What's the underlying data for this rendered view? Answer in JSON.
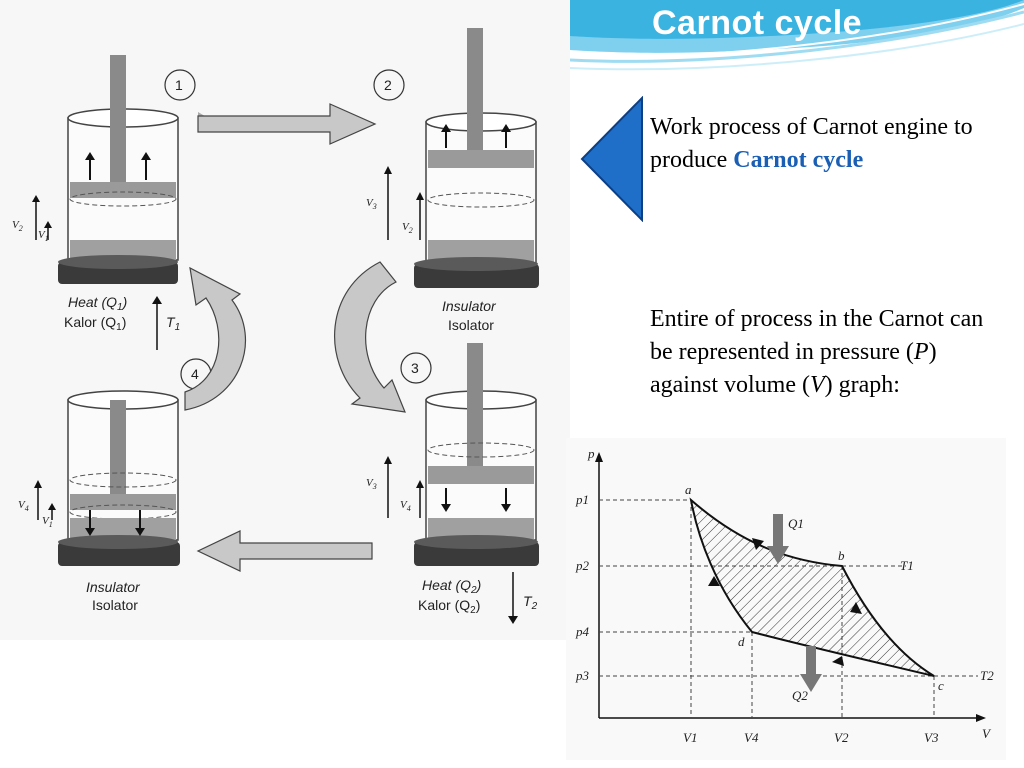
{
  "slide": {
    "title": "Carnot cycle"
  },
  "description": {
    "line1_prefix": "Work process of Carnot engine to produce ",
    "line1_highlight": "Carnot cycle",
    "para2_a": "Entire of process in the Carnot can be represented in pressure (",
    "para2_p": "P",
    "para2_b": ") against volume (",
    "para2_v": "V",
    "para2_c": ") graph:"
  },
  "diagram": {
    "steps": [
      "1",
      "2",
      "3",
      "4"
    ],
    "heat_q1": "Heat (Q",
    "heat_q1_sub": "1",
    "kalor_q1": "Kalor (Q",
    "kalor_q1_sub": "1",
    "t1": "T",
    "t1_sub": "1",
    "heat_q2": "Heat (Q",
    "heat_q2_sub": "2",
    "kalor_q2": "Kalor (Q",
    "kalor_q2_sub": "2",
    "t2": "T",
    "t2_sub": "2",
    "insulator": "Insulator",
    "isolator": "Isolator",
    "v1": "V",
    "v2": "V",
    "v3": "V",
    "v4": "V",
    "close_paren": ")"
  },
  "pv_graph": {
    "axis_p": "p",
    "axis_v": "V",
    "p_ticks": [
      "p1",
      "p2",
      "p4",
      "p3"
    ],
    "v_ticks": [
      "V1",
      "V4",
      "V2",
      "V3"
    ],
    "points": [
      "a",
      "b",
      "c",
      "d"
    ],
    "heat_in": "Q1",
    "heat_out": "Q2",
    "isotherm_hot": "T1",
    "isotherm_cold": "T2"
  },
  "colors": {
    "accent_blue": "#1a5fb4",
    "pointer_blue": "#1f6fc8",
    "header_cyan": "#3bb3e0"
  }
}
